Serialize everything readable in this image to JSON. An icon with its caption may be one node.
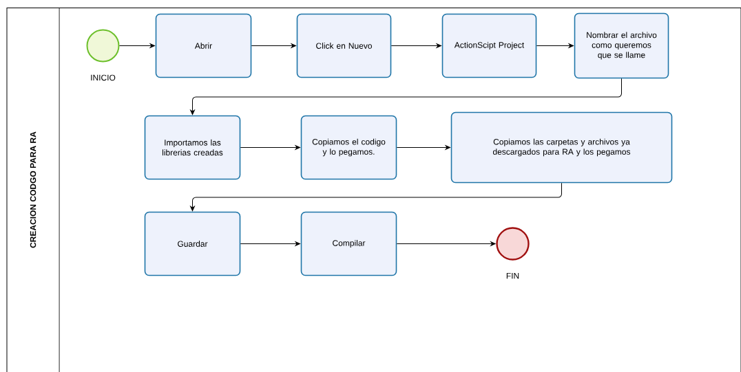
{
  "diagram": {
    "nodes": [
      {
        "text": [
          "CREACION CODGO PARA RA"
        ]
      },
      {
        "text": [],
        "shape": "circle",
        "beside": [
          "INICIO"
        ],
        "in": 0
      },
      {
        "text": [
          "Abrir"
        ],
        "in": 0
      },
      {
        "text": [
          "Click en Nuevo"
        ],
        "in": 0
      },
      {
        "text": [
          "ActionScipt Project"
        ],
        "in": 0
      },
      {
        "text": [
          "Nombrar el archivo como queremos que se llame"
        ],
        "in": 0
      },
      {
        "text": [
          "Importamos las librerias creadas"
        ],
        "in": 0
      },
      {
        "text": [
          "Copiamos el codigo y lo pegamos."
        ],
        "in": 0
      },
      {
        "text": [
          "Copiamos las carpetas y archivos ya descargados para RA y los pegamos"
        ],
        "in": 0
      },
      {
        "text": [
          "Guardar"
        ],
        "in": 0
      },
      {
        "text": [
          "Compilar"
        ],
        "in": 0
      },
      {
        "text": [],
        "shape": "circle",
        "beside": [
          "FIN"
        ],
        "in": 0
      }
    ],
    "edges": [
      {
        "from": 1,
        "to": 2,
        "arrow": "to"
      },
      {
        "from": 2,
        "to": 3,
        "arrow": "to"
      },
      {
        "from": 3,
        "to": 4,
        "arrow": "to"
      },
      {
        "from": 4,
        "to": 5,
        "arrow": "to"
      },
      {
        "from": 5,
        "to": 6,
        "arrow": "to"
      },
      {
        "from": 6,
        "to": 7,
        "arrow": "to"
      },
      {
        "from": 7,
        "to": 8,
        "arrow": "to"
      },
      {
        "from": 8,
        "to": 9,
        "arrow": "to"
      },
      {
        "from": 9,
        "to": 10,
        "arrow": "to"
      },
      {
        "from": 10,
        "to": 11,
        "arrow": "to"
      }
    ]
  }
}
